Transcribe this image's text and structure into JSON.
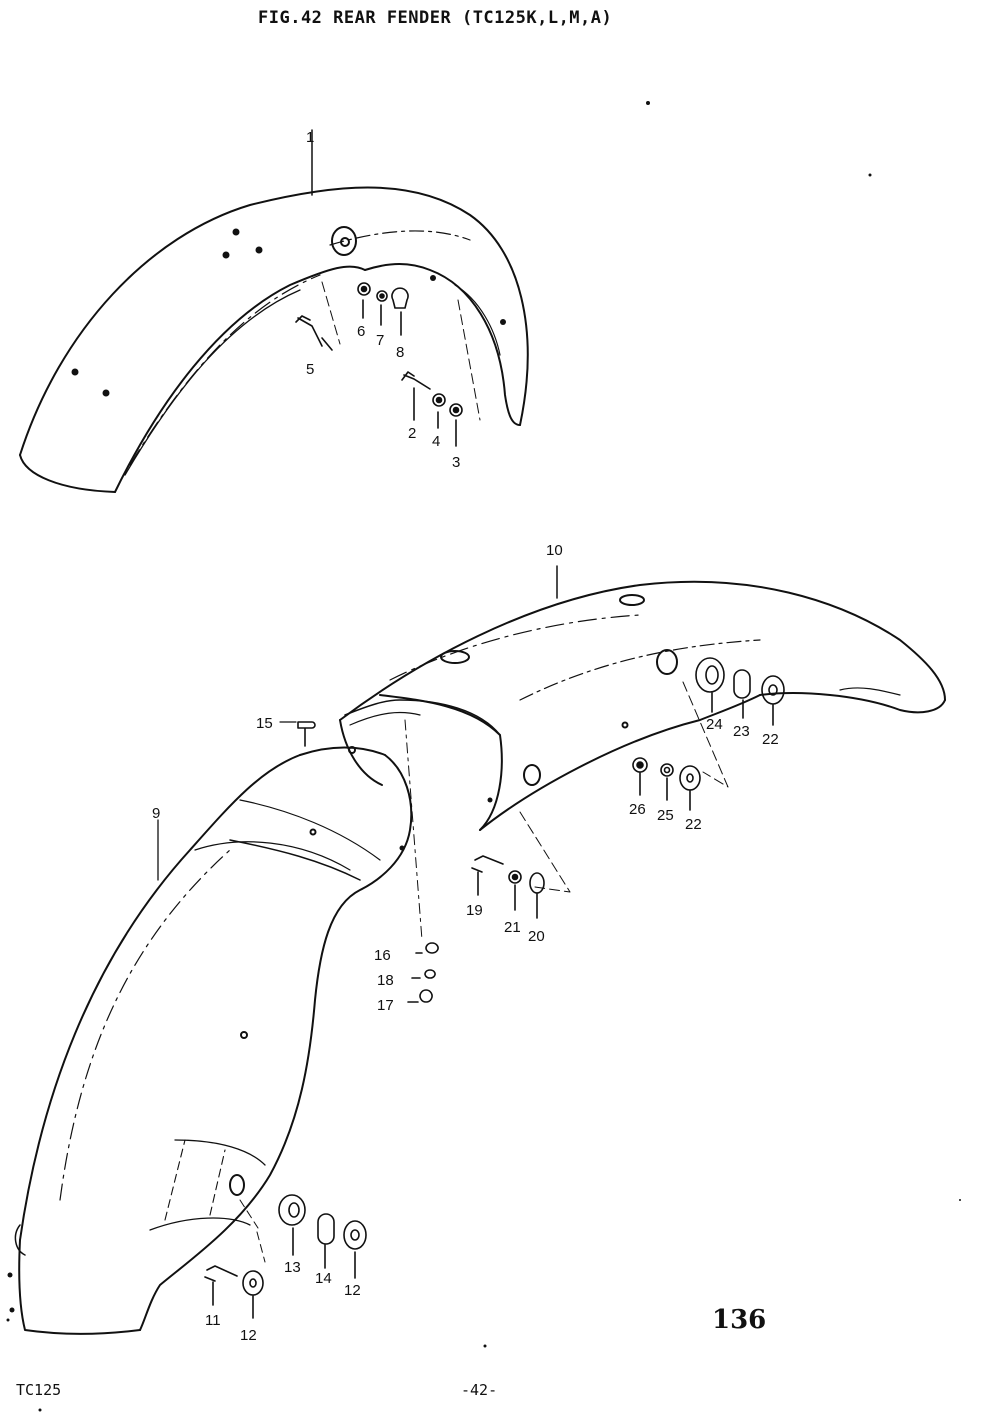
{
  "header": {
    "figure_title": "FIG.42  REAR FENDER (TC125K,L,M,A)"
  },
  "footer": {
    "model": "TC125",
    "page": "-42-",
    "plate": "136"
  },
  "callouts": [
    {
      "id": "c1",
      "text": "1"
    },
    {
      "id": "c2",
      "text": "2"
    },
    {
      "id": "c3",
      "text": "3"
    },
    {
      "id": "c4",
      "text": "4"
    },
    {
      "id": "c5",
      "text": "5"
    },
    {
      "id": "c6",
      "text": "6"
    },
    {
      "id": "c7",
      "text": "7"
    },
    {
      "id": "c8",
      "text": "8"
    },
    {
      "id": "c9",
      "text": "9"
    },
    {
      "id": "c10",
      "text": "10"
    },
    {
      "id": "c11",
      "text": "11"
    },
    {
      "id": "c12a",
      "text": "12"
    },
    {
      "id": "c12b",
      "text": "12"
    },
    {
      "id": "c13",
      "text": "13"
    },
    {
      "id": "c14",
      "text": "14"
    },
    {
      "id": "c15",
      "text": "15"
    },
    {
      "id": "c16",
      "text": "16"
    },
    {
      "id": "c17",
      "text": "17"
    },
    {
      "id": "c18",
      "text": "18"
    },
    {
      "id": "c19",
      "text": "19"
    },
    {
      "id": "c20",
      "text": "20"
    },
    {
      "id": "c21",
      "text": "21"
    },
    {
      "id": "c22a",
      "text": "22"
    },
    {
      "id": "c22b",
      "text": "22"
    },
    {
      "id": "c23",
      "text": "23"
    },
    {
      "id": "c24",
      "text": "24"
    },
    {
      "id": "c25",
      "text": "25"
    },
    {
      "id": "c26",
      "text": "26"
    }
  ]
}
